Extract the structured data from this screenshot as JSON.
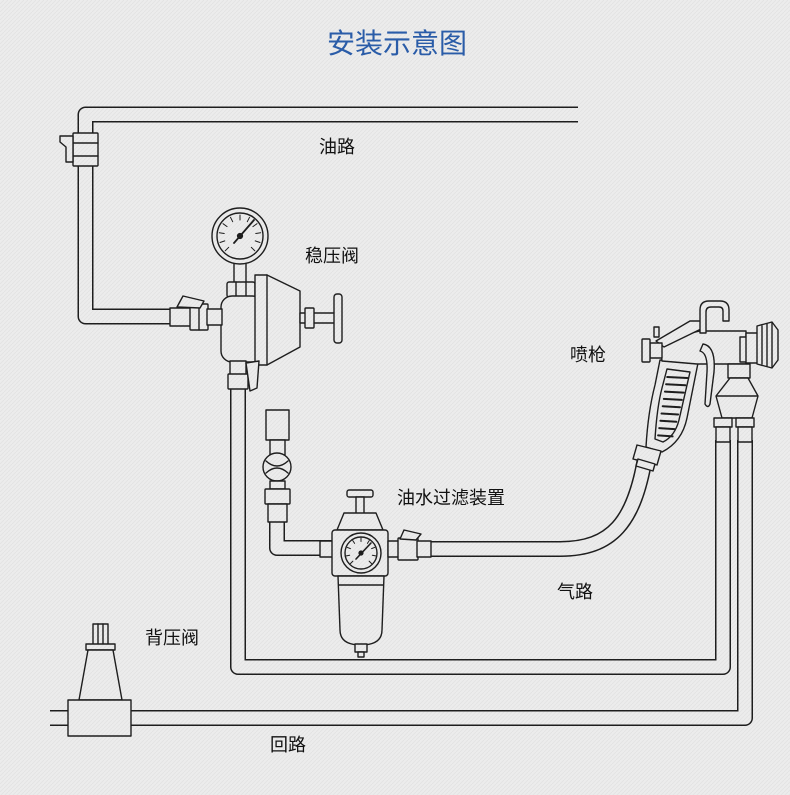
{
  "title": "安装示意图",
  "labels": {
    "oil_line": "油路",
    "pressure_regulator": "稳压阀",
    "spray_gun": "喷枪",
    "oil_water_filter": "油水过滤装置",
    "air_line": "气路",
    "back_pressure_valve": "背压阀",
    "return_line": "回路"
  },
  "colors": {
    "title": "#2a5ca8",
    "line": "#1e1e1e",
    "text": "#111111",
    "background": "#ececec"
  }
}
